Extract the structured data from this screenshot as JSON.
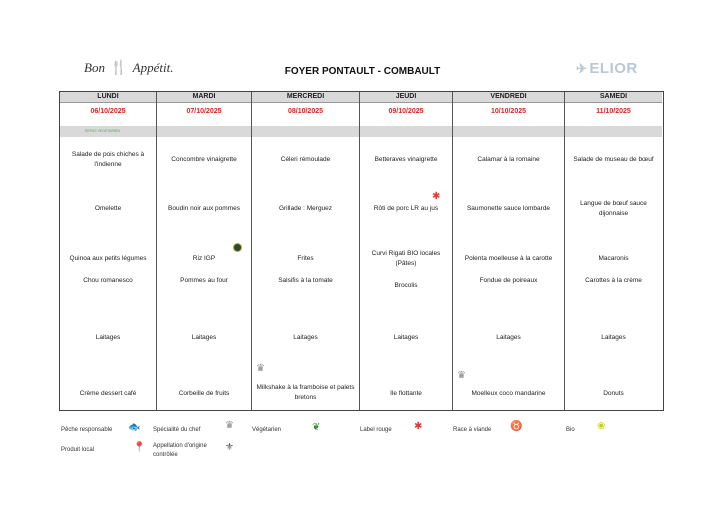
{
  "header": {
    "logo_left_1": "Bon",
    "logo_left_2": "Appétit.",
    "title": "FOYER PONTAULT - COMBAULT",
    "logo_right": "ELIOR"
  },
  "band_note": "REPAS VEGETARIEN",
  "days": [
    {
      "name": "LUNDI",
      "date": "06/10/2025",
      "d1": "Salade de pois chiches à l'indienne",
      "d2": "Omelette",
      "d3": "Quinoa aux petits légumes",
      "d4": "Chou romanesco",
      "d5": "Laitages",
      "d6": "Crème dessert café"
    },
    {
      "name": "MARDI",
      "date": "07/10/2025",
      "d1": "Concombre vinaigrette",
      "d2": "Boudin noir aux pommes",
      "d3": "Riz IGP",
      "d4": "Pommes au four",
      "d5": "Laitages",
      "d6": "Corbeille de fruits"
    },
    {
      "name": "MERCREDI",
      "date": "08/10/2025",
      "d1": "Céleri rémoulade",
      "d2": "Grillade : Merguez",
      "d3": "Frites",
      "d4": "Salsifis à la tomate",
      "d5": "Laitages",
      "d6": "Milkshake à la framboise et palets bretons"
    },
    {
      "name": "JEUDI",
      "date": "09/10/2025",
      "d1": "Betteraves vinaigrette",
      "d2": "Rôti de porc LR au jus",
      "d3": "Curvi Rigati BIO locales (Pâtes)",
      "d4": "Brocolis",
      "d5": "Laitages",
      "d6": "Ile flottante"
    },
    {
      "name": "VENDREDI",
      "date": "10/10/2025",
      "d1": "Calamar à la romaine",
      "d2": "Saumonette sauce lombarde",
      "d3": "Polenta moelleuse à la carotte",
      "d4": "Fondue de poireaux",
      "d5": "Laitages",
      "d6": "Moelleux coco mandarine"
    },
    {
      "name": "SAMEDI",
      "date": "11/10/2025",
      "d1": "Salade de museau de bœuf",
      "d2": "Langue de bœuf sauce dijonnaise",
      "d3": "Macaronis",
      "d4": "Carottes à la crème",
      "d5": "Laitages",
      "d6": "Donuts"
    }
  ],
  "legend": {
    "peche": "Pêche responsable",
    "specialite": "Spécialité du chef",
    "vegetarien": "Végétarien",
    "label_rouge": "Label rouge",
    "race": "Race à viande",
    "bio": "Bio",
    "local": "Produit local",
    "aoc": "Appellation d'origine contrôlée"
  },
  "colors": {
    "date": "#e02020",
    "header_bg": "#d9d9d9",
    "elior": "#b9c7d6"
  }
}
